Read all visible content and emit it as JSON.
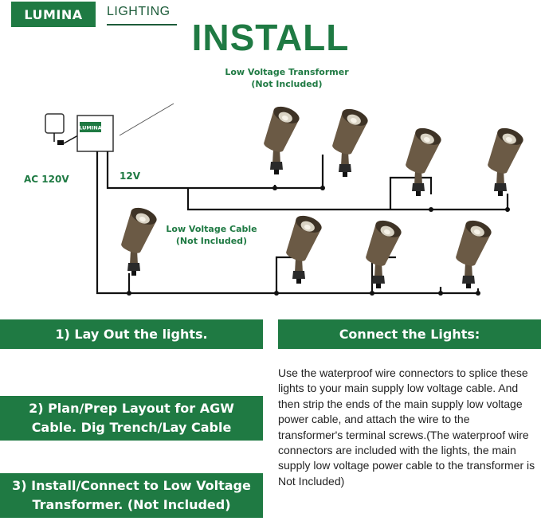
{
  "brand": {
    "logo_text": "LUMINA",
    "suffix": "LIGHTING"
  },
  "title": "INSTALL",
  "diagram": {
    "transformer_label_line1": "Low Voltage Transformer",
    "transformer_label_line2": "(Not Included)",
    "transformer_brand": "LUMINA",
    "ac_label": "AC 120V",
    "voltage_label": "12V",
    "cable_label_line1": "Low Voltage Cable",
    "cable_label_line2": "(Not Included)",
    "light_color": "#6b5a45",
    "wire_color": "#111111"
  },
  "steps": [
    {
      "text": "1)   Lay Out the lights."
    },
    {
      "line1": "2)   Plan/Prep Layout for AGW",
      "line2": "Cable. Dig Trench/Lay Cable"
    },
    {
      "line1": "3)  Install/Connect to Low Voltage",
      "line2": "Transformer.  (Not Included)"
    }
  ],
  "connect": {
    "heading": "Connect the Lights:",
    "body": "Use the waterproof wire connectors to splice these lights to your main supply low voltage cable. And then strip the ends of the main supply low voltage power cable, and attach the wire to the transformer's terminal screws.(The waterproof wire connectors are included with the lights, the main supply low voltage power cable to the transformer is Not Included)"
  },
  "colors": {
    "brand_green": "#1f7a43",
    "background": "#ffffff"
  }
}
